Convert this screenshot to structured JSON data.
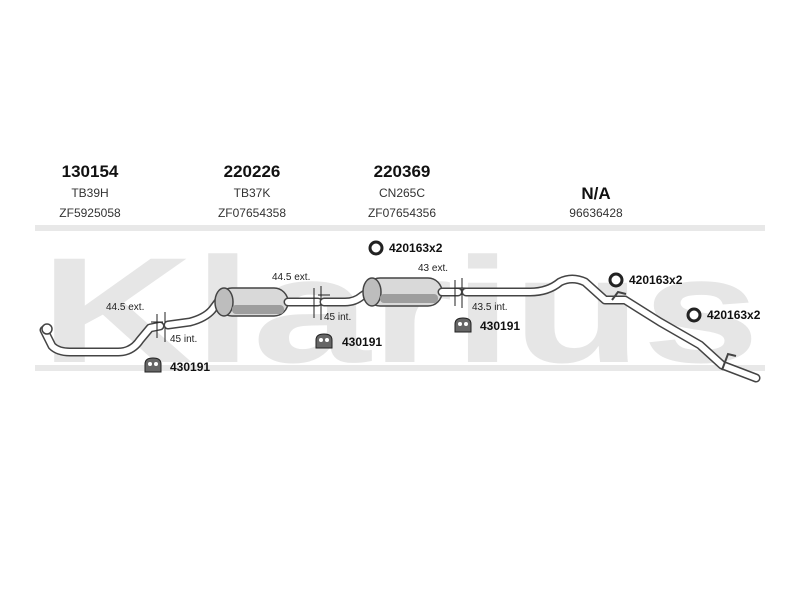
{
  "watermark": "Klarius",
  "parts": [
    {
      "number": "130154",
      "code": "TB39H",
      "ref": "ZF5925058"
    },
    {
      "number": "220226",
      "code": "TB37K",
      "ref": "ZF07654358"
    },
    {
      "number": "220369",
      "code": "CN265C",
      "ref": "ZF07654356"
    },
    {
      "number": "N/A",
      "code": "",
      "ref": "96636428"
    }
  ],
  "dimensions": [
    {
      "label": "44.5 ext."
    },
    {
      "label": "45 int."
    },
    {
      "label": "44.5 ext."
    },
    {
      "label": "45 int."
    },
    {
      "label": "43 ext."
    },
    {
      "label": "43.5 int."
    }
  ],
  "accessories": [
    {
      "label": "430191",
      "icon": "rubber-mount-icon"
    },
    {
      "label": "430191",
      "icon": "rubber-mount-icon"
    },
    {
      "label": "430191",
      "icon": "rubber-mount-icon"
    },
    {
      "label": "420163x2",
      "icon": "ring-icon"
    },
    {
      "label": "420163x2",
      "icon": "ring-icon"
    },
    {
      "label": "420163x2",
      "icon": "ring-icon"
    }
  ]
}
